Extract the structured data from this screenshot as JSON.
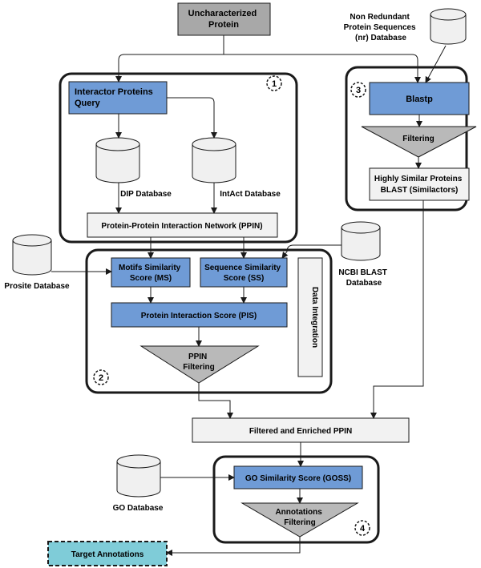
{
  "colors": {
    "blue": "#6f9bd6",
    "cyan": "#7fccd8",
    "grey_box": "#a8a8a8",
    "light_box": "#f2f2f2",
    "triangle": "#b9b9b9",
    "cylinder": "#f0f0f0",
    "stroke": "#1a1a1a"
  },
  "nodes": {
    "uncharacterized": [
      "Uncharacterized",
      "Protein"
    ],
    "nr_db": [
      "Non Redundant",
      "Protein Sequences",
      "(nr) Database"
    ],
    "interactor_query": [
      "Interactor Proteins",
      "Query"
    ],
    "dip_db": "DIP Database",
    "intact_db": "IntAct Database",
    "ppin": "Protein-Protein Interaction Network (PPIN)",
    "blastp": "Blastp",
    "filtering": "Filtering",
    "similar_proteins": [
      "Highly Similar Proteins",
      "BLAST (Similactors)"
    ],
    "prosite_db": "Prosite Database",
    "motifs_score": [
      "Motifs Similarity",
      "Score (MS)"
    ],
    "sequence_score": [
      "Sequence Similarity",
      "Score (SS)"
    ],
    "data_integration": "Data Integration",
    "ncbi_db": [
      "NCBI BLAST",
      "Database"
    ],
    "pis": "Protein Interaction Score (PIS)",
    "ppin_filtering": [
      "PPIN",
      "Filtering"
    ],
    "filtered_ppin": "Filtered and Enriched PPIN",
    "go_db": "GO Database",
    "goss": "GO Similarity Score (GOSS)",
    "annotations_filtering": [
      "Annotations",
      "Filtering"
    ],
    "target_annotations": "Target Annotations"
  },
  "badges": [
    "1",
    "2",
    "3",
    "4"
  ]
}
